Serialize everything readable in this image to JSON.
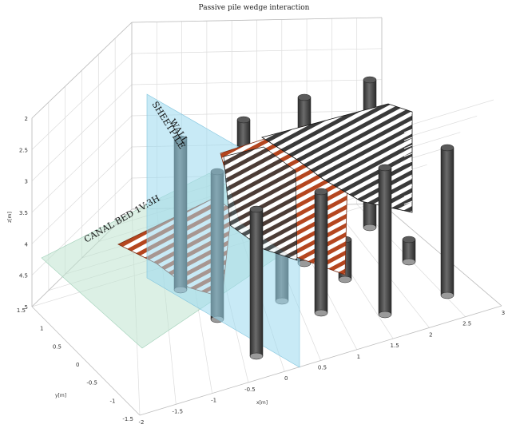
{
  "chart_data": {
    "type": "scatter3d",
    "title": "Passive pile wedge interaction",
    "xlabel": "x[m]",
    "ylabel": "y[m]",
    "zlabel": "z[m]",
    "xlim": [
      -2,
      3
    ],
    "ylim": [
      -1.5,
      1.5
    ],
    "zlim": [
      2,
      5
    ],
    "z_reversed": true,
    "grid": true,
    "xticks": [
      "-2",
      "-1.5",
      "-1",
      "-0.5",
      "0",
      "0.5",
      "1",
      "1.5",
      "2",
      "2.5",
      "3"
    ],
    "yticks": [
      "-1.5",
      "-1",
      "-0.5",
      "0",
      "0.5",
      "1",
      "1.5"
    ],
    "zticks": [
      "2",
      "2.5",
      "3",
      "3.5",
      "4",
      "4.5",
      "5"
    ],
    "annotations": [
      {
        "text": "SHEETPILE",
        "color": "#111111"
      },
      {
        "text": "WALL",
        "color": "#111111"
      },
      {
        "text": "CANAL BED 1V:3H",
        "color": "#111111"
      }
    ],
    "planes": [
      {
        "name": "sheetpile-wall",
        "color": "#9ad8ef"
      },
      {
        "name": "canal-bed",
        "color": "#bfe3cf"
      }
    ],
    "piles": {
      "color": "#4a4a4a",
      "cap_color": "#9a9a9a"
    },
    "wedges": [
      {
        "name": "wedge-front",
        "color": "#b5461f"
      },
      {
        "name": "wedge-middle",
        "color": "#b5461f"
      },
      {
        "name": "wedge-back",
        "color": "#3a3a3a"
      }
    ]
  }
}
